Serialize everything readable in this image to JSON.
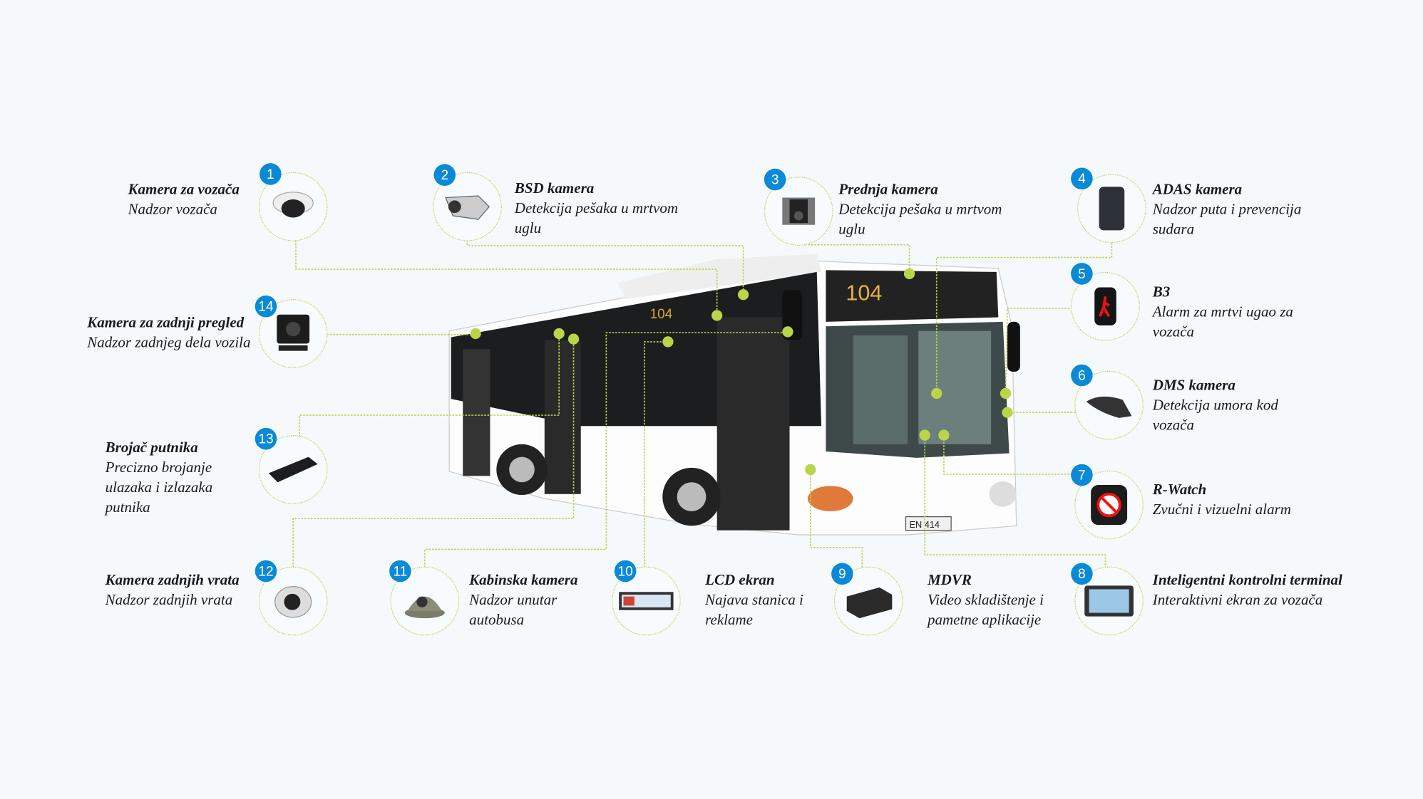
{
  "bus_number": "104",
  "plate": "EN 414",
  "accent_color": "#b9d54a",
  "badge_color": "#0a8ad6",
  "items": [
    {
      "num": "1",
      "title": "Kamera za vozača",
      "desc": "Nadzor vozača",
      "icon": "dome-camera-icon"
    },
    {
      "num": "2",
      "title": "BSD kamera",
      "desc": "Detekcija pešaka u mrtvom uglu",
      "icon": "bsd-camera-icon"
    },
    {
      "num": "3",
      "title": "Prednja kamera",
      "desc": "Detekcija pešaka u mrtvom uglu",
      "icon": "front-camera-icon"
    },
    {
      "num": "4",
      "title": "ADAS kamera",
      "desc": "Nadzor puta i prevencija sudara",
      "icon": "adas-camera-icon"
    },
    {
      "num": "5",
      "title": "B3",
      "desc": "Alarm za mrtvi ugao za vozača",
      "icon": "blind-spot-alarm-icon"
    },
    {
      "num": "6",
      "title": "DMS kamera",
      "desc": "Detekcija umora kod vozača",
      "icon": "dms-camera-icon"
    },
    {
      "num": "7",
      "title": "R-Watch",
      "desc": "Zvučni i vizuelni alarm",
      "icon": "r-watch-icon"
    },
    {
      "num": "8",
      "title": "Inteligentni kontrolni terminal",
      "desc": "Interaktivni ekran za vozača",
      "icon": "terminal-icon"
    },
    {
      "num": "9",
      "title": "MDVR",
      "desc": "Video skladištenje i pametne aplikacije",
      "icon": "mdvr-icon"
    },
    {
      "num": "10",
      "title": "LCD ekran",
      "desc": "Najava stanica i reklame",
      "icon": "lcd-screen-icon"
    },
    {
      "num": "11",
      "title": "Kabinska kamera",
      "desc": "Nadzor unutar autobusa",
      "icon": "cabin-camera-icon"
    },
    {
      "num": "12",
      "title": "Kamera zadnjih vrata",
      "desc": "Nadzor zadnjih vrata",
      "icon": "rear-door-camera-icon"
    },
    {
      "num": "13",
      "title": "Brojač putnika",
      "desc": "Precizno brojanje ulazaka i izlazaka putnika",
      "icon": "passenger-counter-icon"
    },
    {
      "num": "14",
      "title": "Kamera za zadnji pregled",
      "desc": "Nadzor zadnjeg dela vozila",
      "icon": "rear-view-camera-icon"
    }
  ]
}
